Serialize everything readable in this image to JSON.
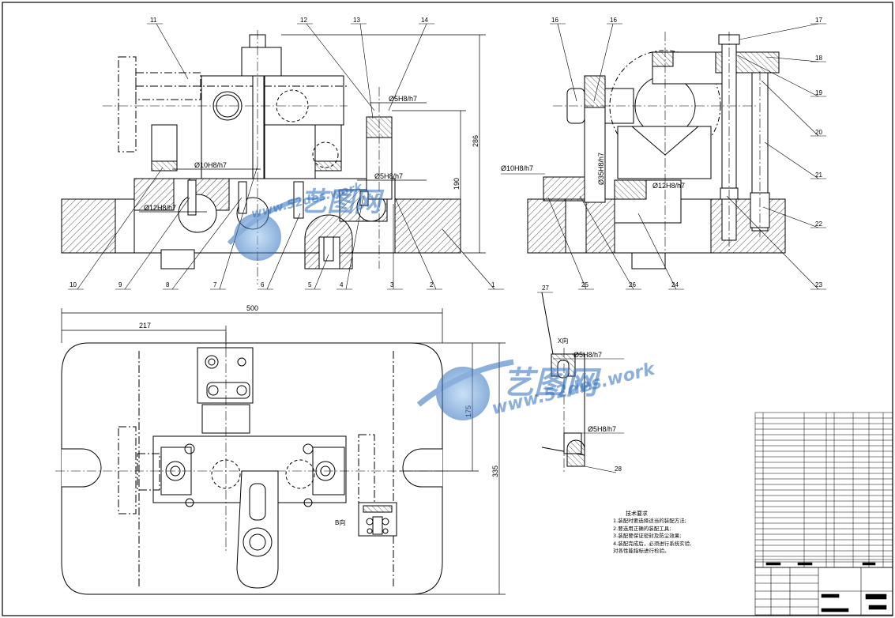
{
  "drawing": {
    "part_labels": [
      "1",
      "2",
      "3",
      "4",
      "5",
      "6",
      "7",
      "8",
      "9",
      "10",
      "11",
      "12",
      "13",
      "14",
      "16",
      "16",
      "17",
      "18",
      "19",
      "20",
      "21",
      "22",
      "23",
      "24",
      "25",
      "26",
      "27",
      "28"
    ],
    "fits": {
      "fit_5h8_top": "Ø5H8/h7",
      "fit_10h8_left": "Ø10H8/h7",
      "fit_12h8_left": "Ø12H8/h7",
      "fit_5h8_mid": "Ø5H8/h7",
      "fit_10h8_side": "Ø10H8/h7",
      "fit_12h8_side": "Ø12H8/h7",
      "fit_35h8_side": "Ø35H8/h7",
      "fit_5h8_detail_top": "Ø5H8/h7",
      "fit_5h8_detail_bottom": "Ø5H8/h7"
    },
    "dimensions": {
      "d286": "286",
      "d190": "190",
      "d500": "500",
      "d217": "217",
      "d175": "175",
      "d335": "335"
    },
    "view_labels": {
      "view_x": "X向",
      "view_b": "B向"
    }
  },
  "tech_requirements": {
    "title": "技术要求",
    "items": [
      "1.装配时要选择适当的装配方法;",
      "2.要选用正确的装配工具;",
      "3.装配要保证密封及防尘效果;",
      "4.装配完成后，必须进行系统实验,",
      "对各性能指标进行检验。"
    ]
  },
  "watermark": {
    "logo_text": "艺图网",
    "site_text": "www.52des.work"
  },
  "colors": {
    "line": "#000000",
    "hatch": "#000000",
    "watermark": "#2d6ebe"
  }
}
